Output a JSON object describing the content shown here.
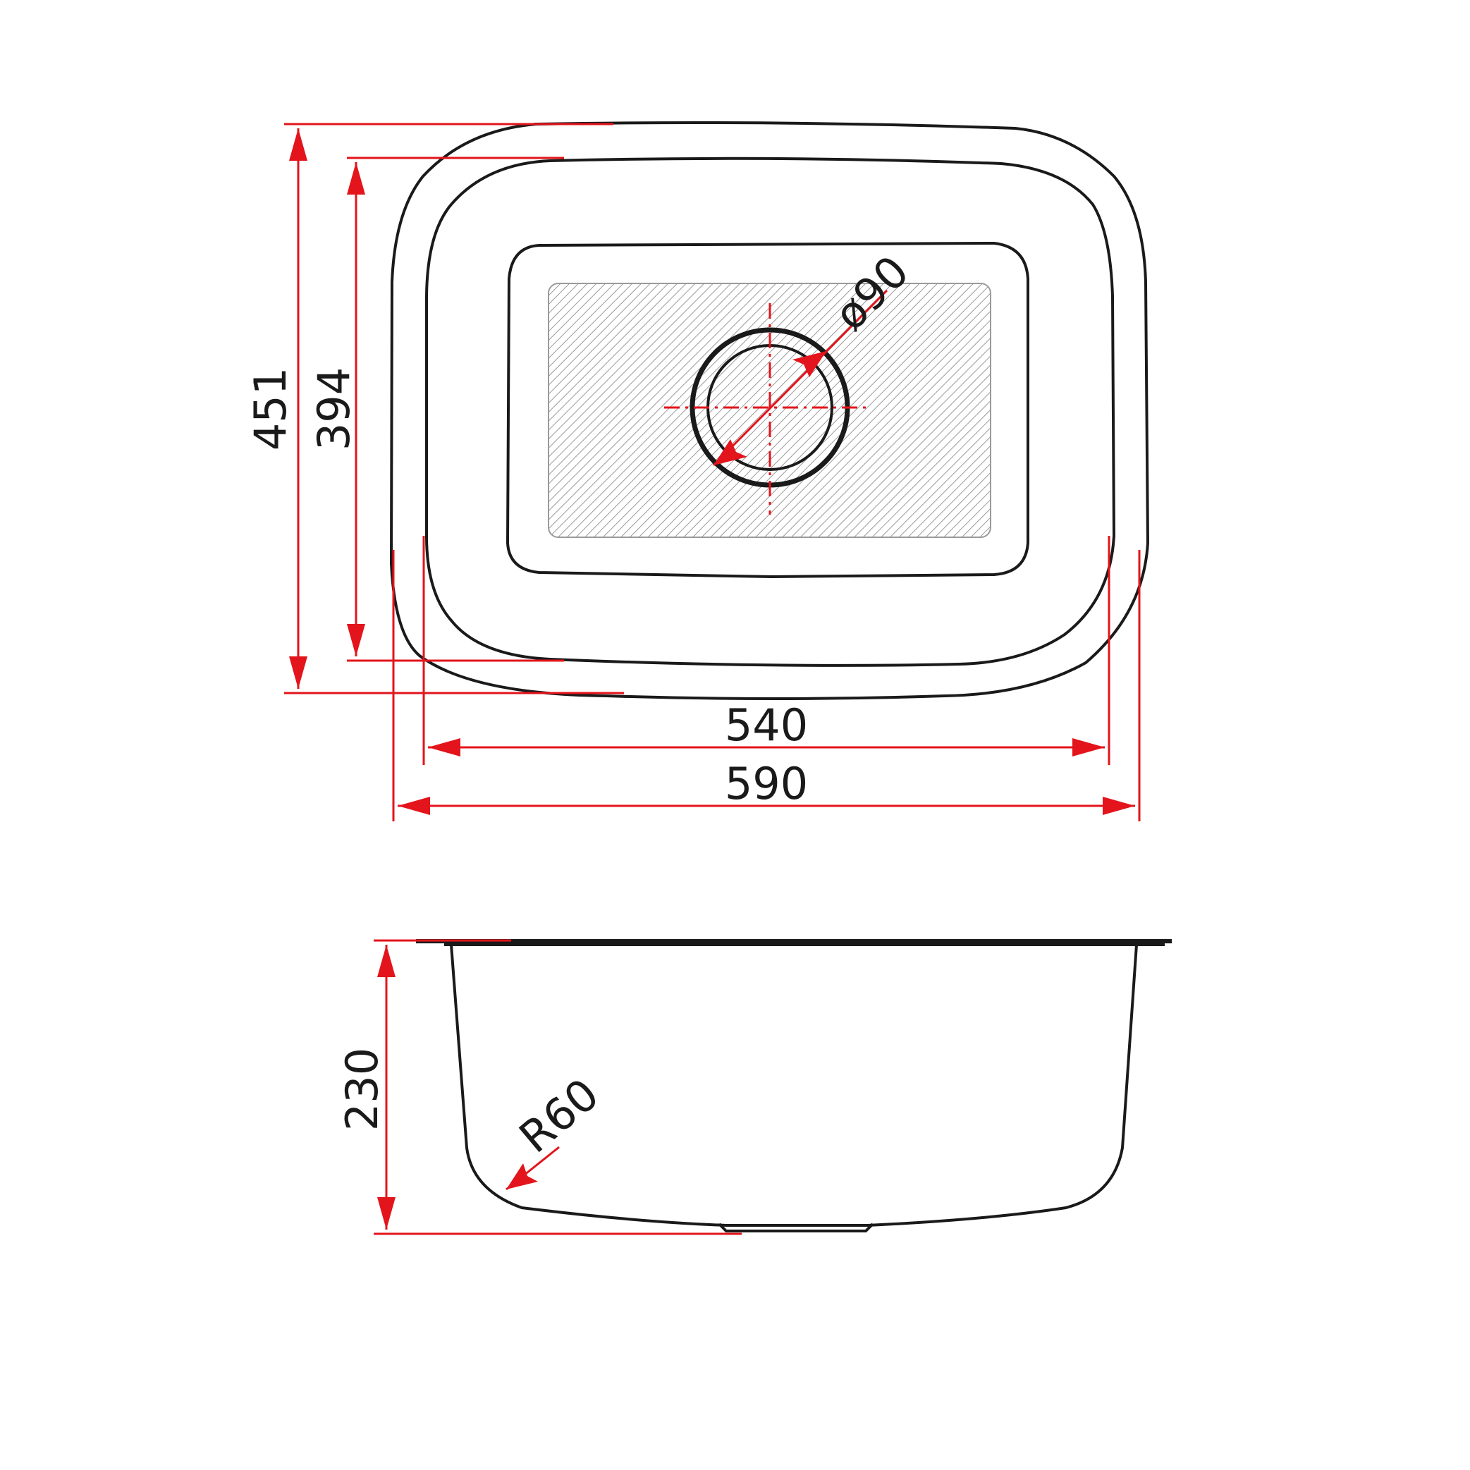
{
  "top_view": {
    "height_outer_label": "451",
    "height_inner_label": "394",
    "width_inner_label": "540",
    "width_outer_label": "590",
    "drain_diameter_label": "ø90"
  },
  "side_view": {
    "depth_label": "230",
    "radius_label": "R60"
  },
  "colors": {
    "dimension": "#e3141b",
    "outline": "#1a1a1a"
  }
}
